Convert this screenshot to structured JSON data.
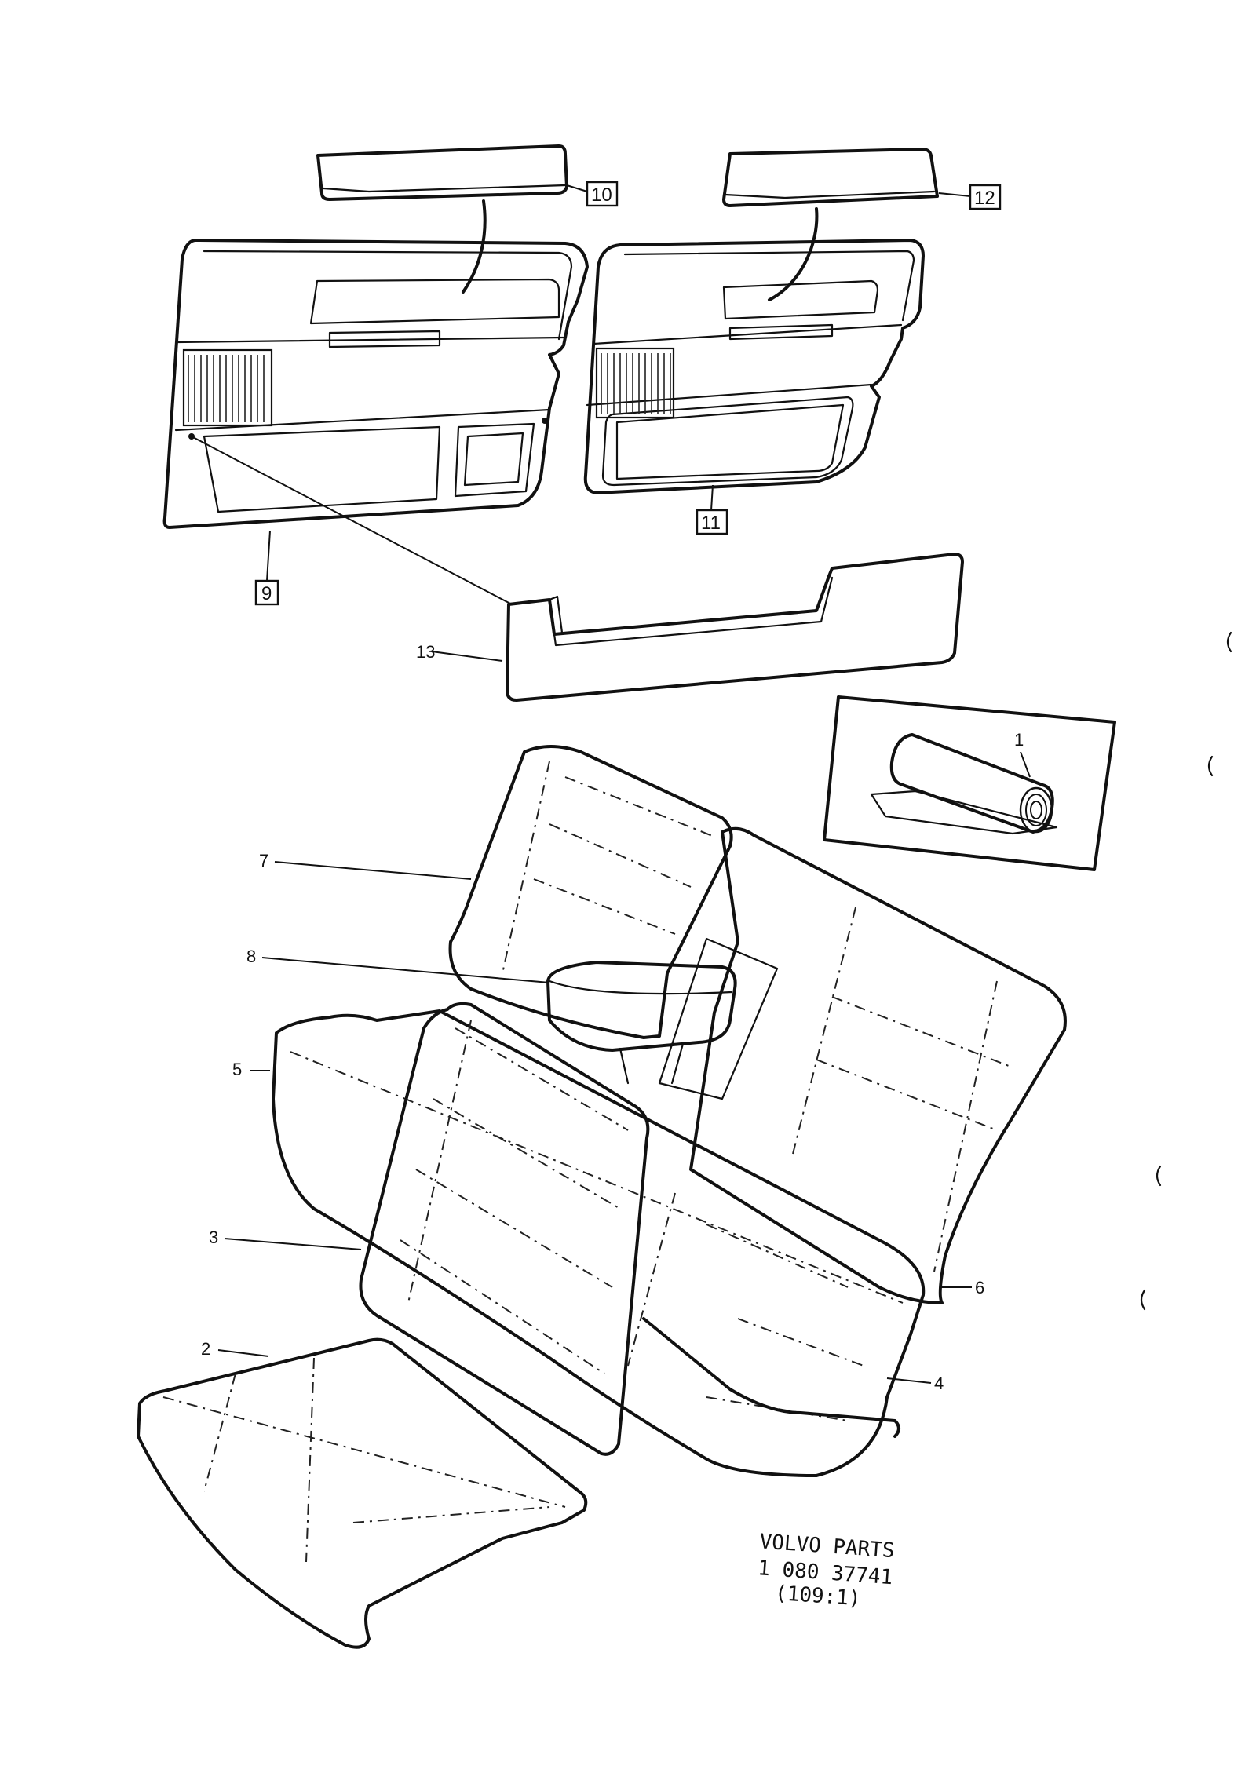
{
  "callouts": {
    "p1": "1",
    "p2": "2",
    "p3": "3",
    "p4": "4",
    "p5": "5",
    "p6": "6",
    "p7": "7",
    "p8": "8",
    "p9": "9",
    "p10": "10",
    "p11": "11",
    "p12": "12",
    "p13": "13"
  },
  "footer": {
    "line1": "VOLVO PARTS",
    "line2": "1 080 37741",
    "line3": "(109:1)"
  }
}
